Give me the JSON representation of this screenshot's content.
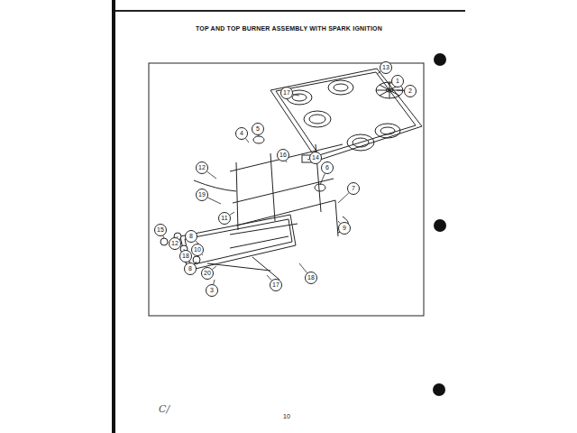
{
  "diagram": {
    "title": "TOP AND TOP BURNER ASSEMBLY WITH SPARK IGNITION",
    "labels": [
      "13",
      "1",
      "2",
      "17",
      "4",
      "5",
      "16",
      "14",
      "6",
      "12",
      "7",
      "19",
      "11",
      "9",
      "15",
      "12",
      "8",
      "10",
      "18",
      "8",
      "20",
      "3",
      "17",
      "18",
      "C/",
      "10"
    ]
  }
}
